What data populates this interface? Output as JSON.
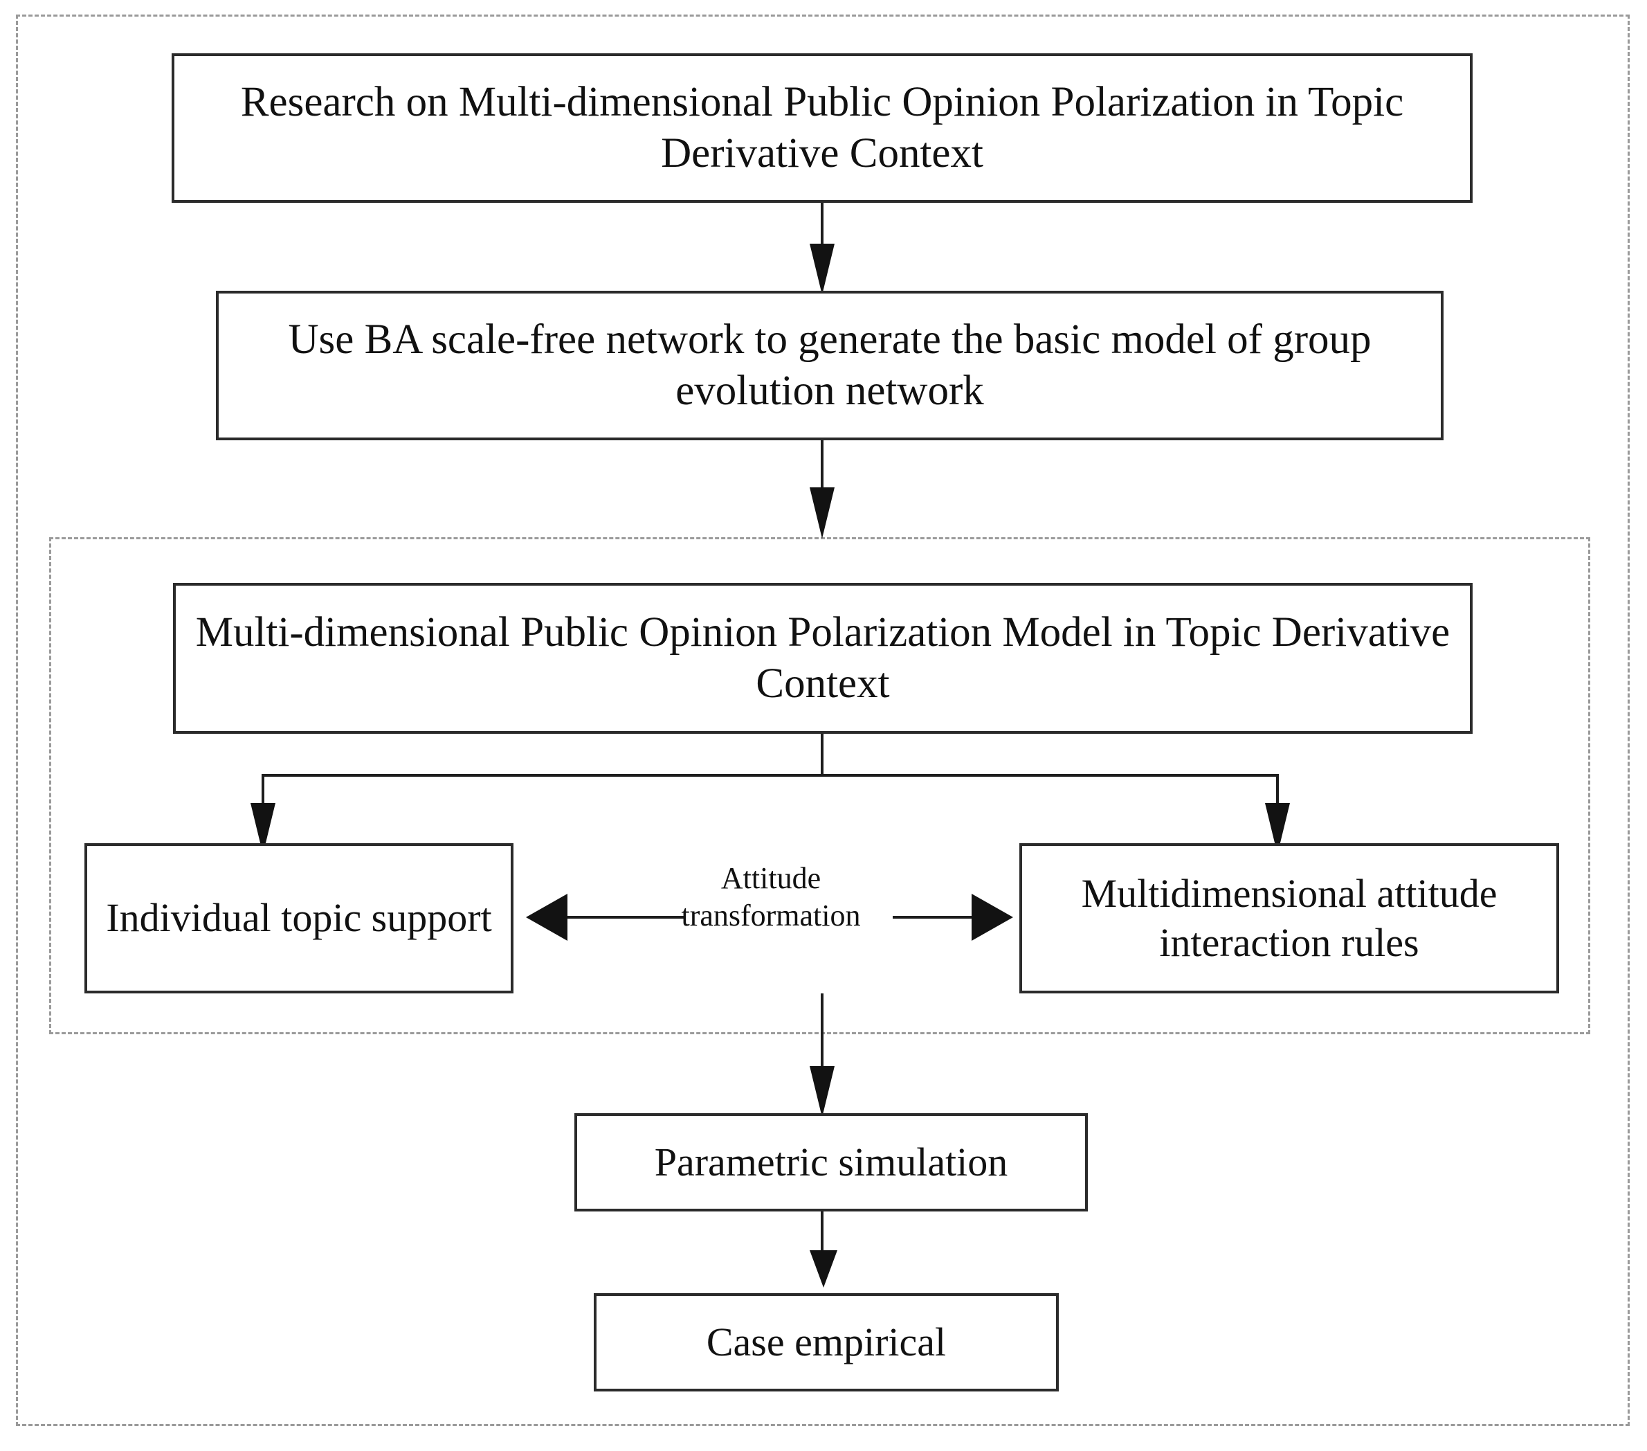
{
  "diagram": {
    "title": "Research framework flowchart",
    "colors": {
      "box_border": "#2b2b2b",
      "connector": "#1d1d1d",
      "dashed_frame": "#9a9a9a",
      "background": "#ffffff",
      "text": "#111111"
    },
    "nodes": {
      "research": "Research on Multi-dimensional Public Opinion Polarization in Topic Derivative Context",
      "ba_network": "Use BA scale-free network to generate the basic model of group evolution network",
      "model": "Multi-dimensional Public Opinion Polarization Model in Topic Derivative Context",
      "individual_support": "Individual topic support",
      "interaction_rules": "Multidimensional attitude interaction rules",
      "simulation": "Parametric simulation",
      "case": "Case empirical"
    },
    "edge_labels": {
      "attitude_transformation": "Attitude transformation"
    }
  }
}
